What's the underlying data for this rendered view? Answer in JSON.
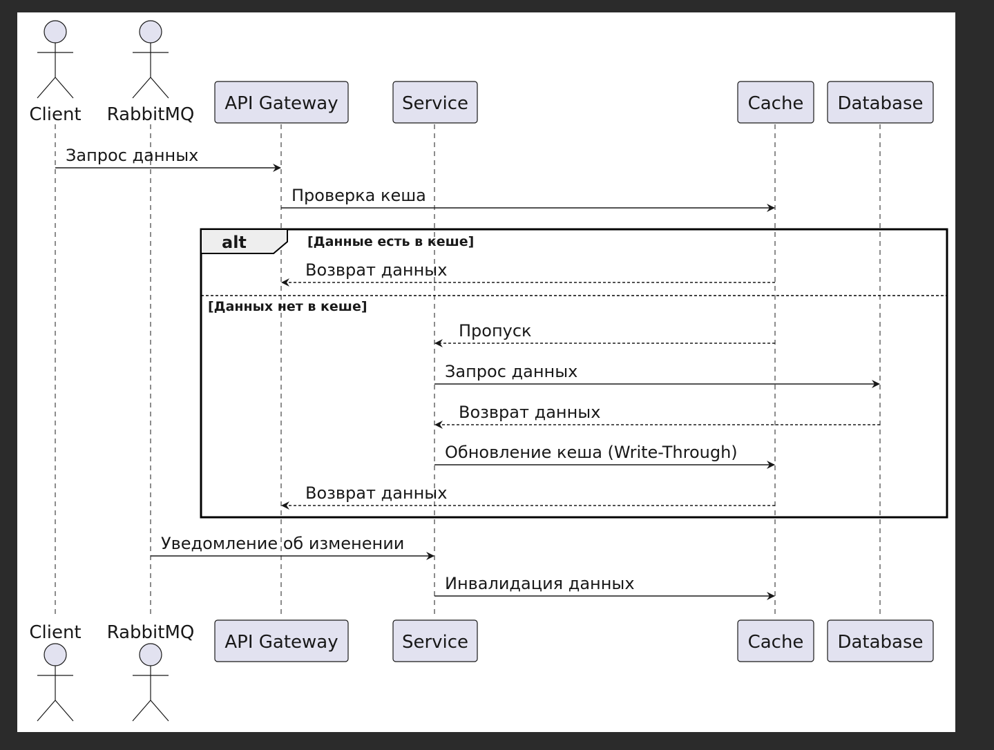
{
  "participants": [
    {
      "id": "client",
      "kind": "actor",
      "label": "Client"
    },
    {
      "id": "rabbitmq",
      "kind": "actor",
      "label": "RabbitMQ"
    },
    {
      "id": "gateway",
      "kind": "box",
      "label": "API Gateway"
    },
    {
      "id": "service",
      "kind": "box",
      "label": "Service"
    },
    {
      "id": "cache",
      "kind": "box",
      "label": "Cache"
    },
    {
      "id": "database",
      "kind": "box",
      "label": "Database"
    }
  ],
  "messages": [
    {
      "from": "client",
      "to": "gateway",
      "label": "Запрос данных",
      "style": "solid"
    },
    {
      "from": "gateway",
      "to": "cache",
      "label": "Проверка кеша",
      "style": "solid"
    },
    {
      "from": "cache",
      "to": "gateway",
      "label": "Возврат данных",
      "style": "dashed"
    },
    {
      "from": "cache",
      "to": "service",
      "label": "Пропуск",
      "style": "dashed"
    },
    {
      "from": "service",
      "to": "database",
      "label": "Запрос данных",
      "style": "solid"
    },
    {
      "from": "database",
      "to": "service",
      "label": "Возврат данных",
      "style": "dashed"
    },
    {
      "from": "service",
      "to": "cache",
      "label": "Обновление кеша (Write-Through)",
      "style": "solid"
    },
    {
      "from": "cache",
      "to": "gateway",
      "label": "Возврат данных",
      "style": "dashed"
    },
    {
      "from": "rabbitmq",
      "to": "service",
      "label": "Уведомление об изменении",
      "style": "solid"
    },
    {
      "from": "service",
      "to": "cache",
      "label": "Инвалидация данных",
      "style": "solid"
    }
  ],
  "alt_frame": {
    "kind": "alt",
    "guards": [
      "[Данные есть в кеше]",
      "[Данных нет в кеше]"
    ]
  },
  "colors": {
    "participant_fill": "#e2e2f0",
    "participant_border": "#181818",
    "line": "#181818",
    "frame_tab_fill": "#eeeeee",
    "page_background": "#2b2b2b",
    "canvas_background": "#ffffff"
  }
}
